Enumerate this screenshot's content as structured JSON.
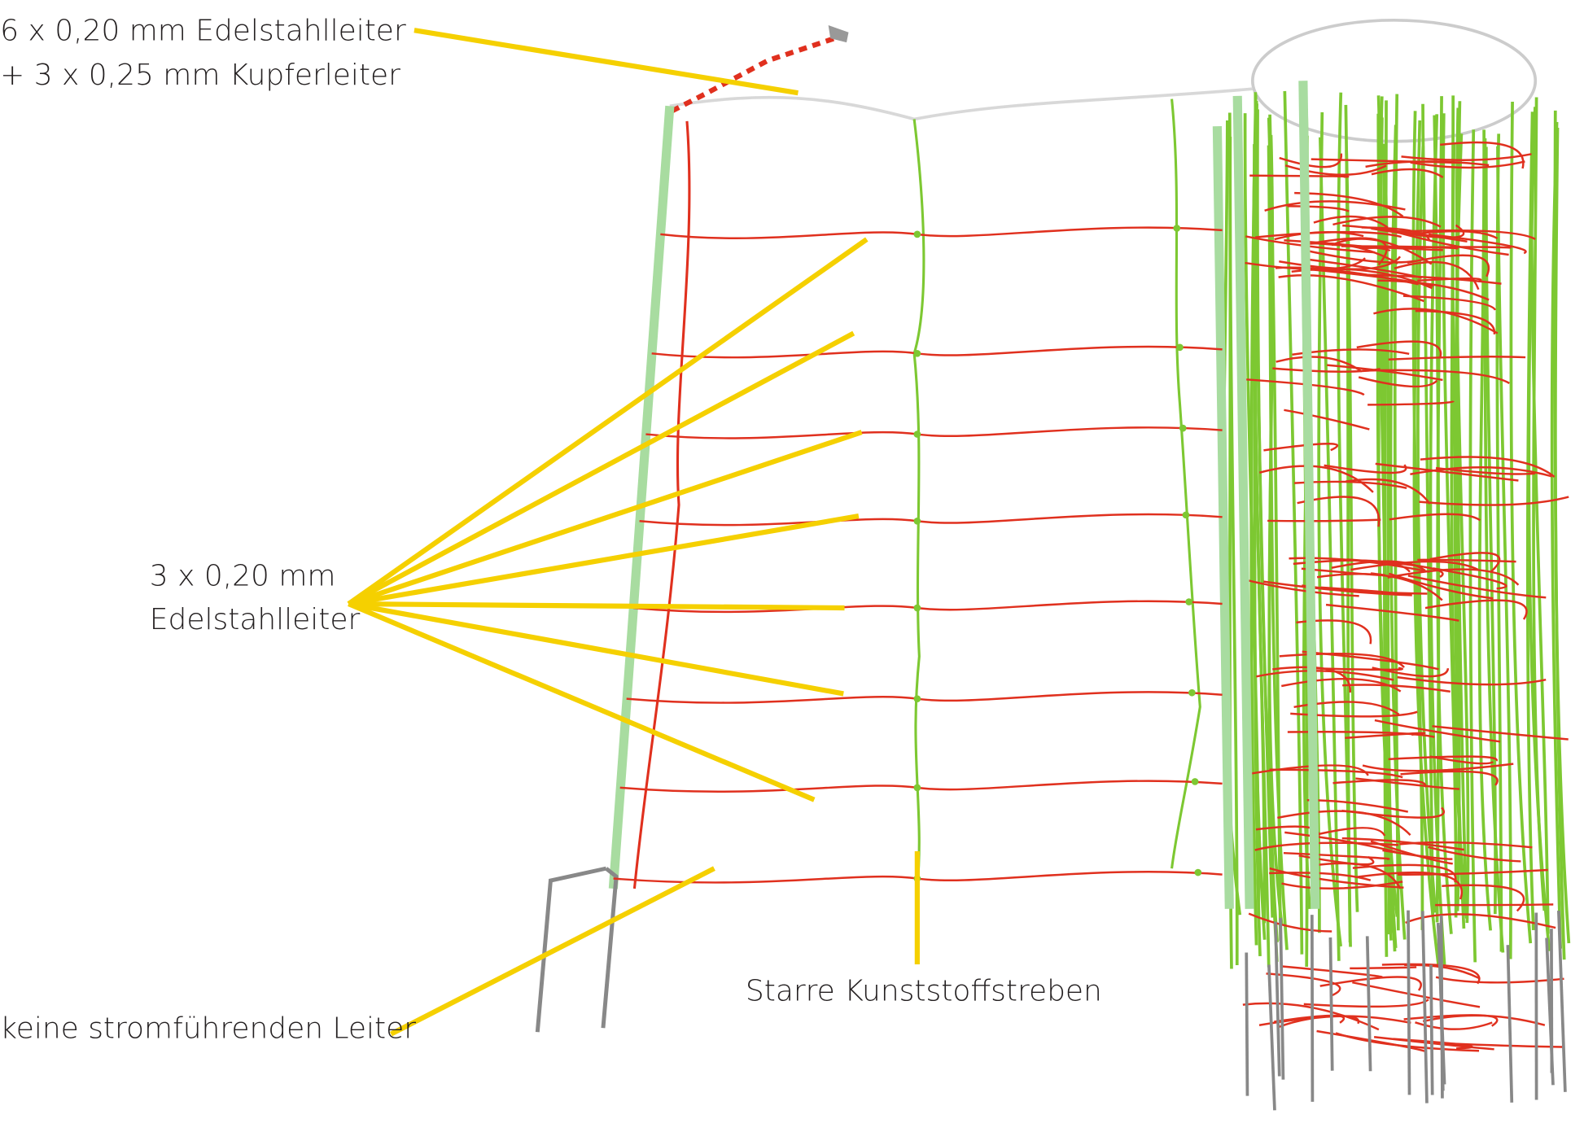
{
  "labels": {
    "conductor_top_line1": "6 x 0,20 mm Edelstahlleiter",
    "conductor_top_line2": "+ 3 x 0,25 mm Kupferleiter",
    "conductor_mid_line1": "3 x 0,20 mm",
    "conductor_mid_line2": "Edelstahlleiter",
    "no_conductor": "keine stromführenden Leiter",
    "struts": "Starre Kunststoffstreben"
  },
  "colors": {
    "callout": "#f5d000",
    "wire_red": "#e0301e",
    "strut_green": "#7dc832",
    "post": "#a8dca0",
    "text": "#231f20"
  }
}
